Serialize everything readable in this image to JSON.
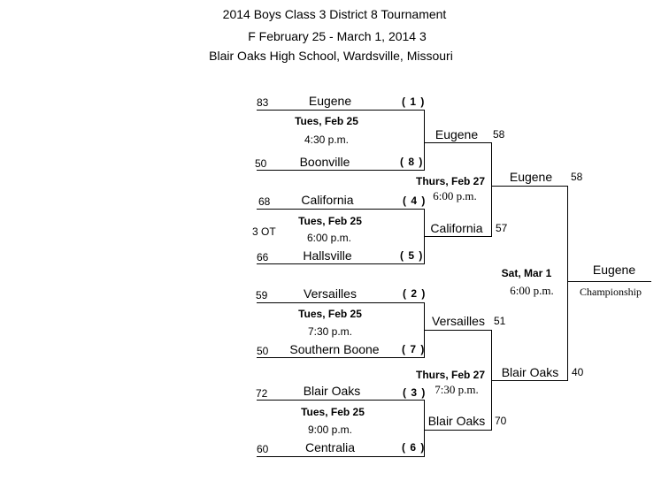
{
  "header": {
    "title": "2014 Boys Class 3  District 8  Tournament",
    "dates": "F February 25 - March 1, 2014  3",
    "venue": "Blair Oaks High School, Wardsville, Missouri"
  },
  "round1": [
    {
      "top": {
        "score": "83",
        "team": "Eugene",
        "seed": "( 1 )"
      },
      "bottom": {
        "score": "50",
        "team": "Boonville",
        "seed": "( 8 )"
      },
      "day": "Tues, Feb 25",
      "time": "4:30 p.m.",
      "note": ""
    },
    {
      "top": {
        "score": "68",
        "team": "California",
        "seed": "( 4 )"
      },
      "bottom": {
        "score": "66",
        "team": "Hallsville",
        "seed": "( 5 )"
      },
      "day": "Tues, Feb 25",
      "time": "6:00 p.m.",
      "note": "3 OT"
    },
    {
      "top": {
        "score": "59",
        "team": "Versailles",
        "seed": "( 2 )"
      },
      "bottom": {
        "score": "50",
        "team": "Southern Boone",
        "seed": "( 7 )"
      },
      "day": "Tues, Feb 25",
      "time": "7:30 p.m.",
      "note": ""
    },
    {
      "top": {
        "score": "72",
        "team": "Blair Oaks",
        "seed": "( 3 )"
      },
      "bottom": {
        "score": "60",
        "team": "Centralia",
        "seed": "( 6 )"
      },
      "day": "Tues, Feb 25",
      "time": "9:00 p.m.",
      "note": ""
    }
  ],
  "semis": [
    {
      "top": {
        "team": "Eugene",
        "score": "58"
      },
      "bottom": {
        "team": "California",
        "score": "57"
      },
      "day": "Thurs, Feb 27",
      "time": "6:00 p.m."
    },
    {
      "top": {
        "team": "Versailles",
        "score": "51"
      },
      "bottom": {
        "team": "Blair Oaks",
        "score": "70"
      },
      "day": "Thurs, Feb 27",
      "time": "7:30 p.m."
    }
  ],
  "final": {
    "top": {
      "team": "Eugene",
      "score": "58"
    },
    "bottom": {
      "team": "Blair Oaks",
      "score": "40"
    },
    "day": "Sat, Mar 1",
    "time": "6:00 p.m."
  },
  "champion": {
    "team": "Eugene",
    "label": "Championship"
  }
}
